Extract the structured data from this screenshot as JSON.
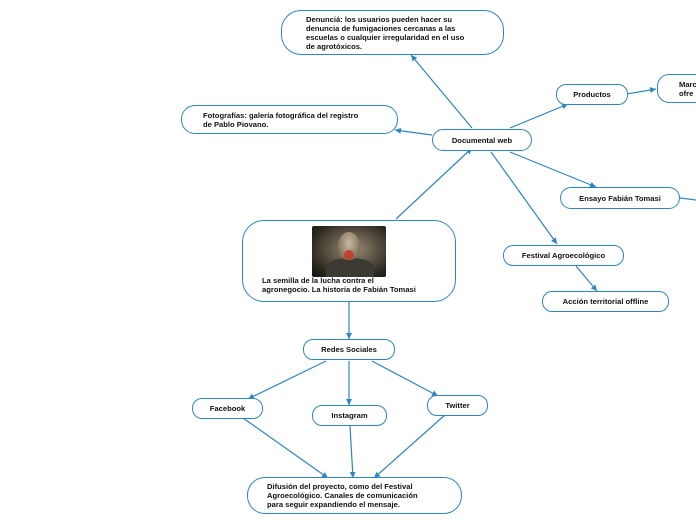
{
  "colors": {
    "border": "#2e86c1",
    "edge": "#2e86c1",
    "text": "#111111"
  },
  "nodes": {
    "denuncia": "Denunciá: los usuarios pueden hacer su\ndenuncia de fumigaciones cercanas a las\nescuelas o cualquier irregularidad en el uso\nde agrotóxicos.",
    "fotografias": "Fotografías: galería fotográfica del registro\nde Pablo Piovano.",
    "documental": "Documental web",
    "productos": "Productos",
    "marco_partial": "Marc\nofre",
    "ensayo": "Ensayo Fabián Tomasi",
    "festival": "Festival Agroecológico",
    "accion": "Acción territorial offline",
    "semilla": "La semilla de la lucha contra el\nagronegocio. La historia de Fabián Tomasi",
    "redes": "Redes Sociales",
    "facebook": "Facebook",
    "instagram": "Instagram",
    "twitter": "Twitter",
    "difusion": "Difusión del proyecto, como del Festival\nAgroecológico. Canales de comunicación\npara seguir expandiendo el mensaje."
  },
  "image": {
    "icon": "portrait-photo"
  }
}
